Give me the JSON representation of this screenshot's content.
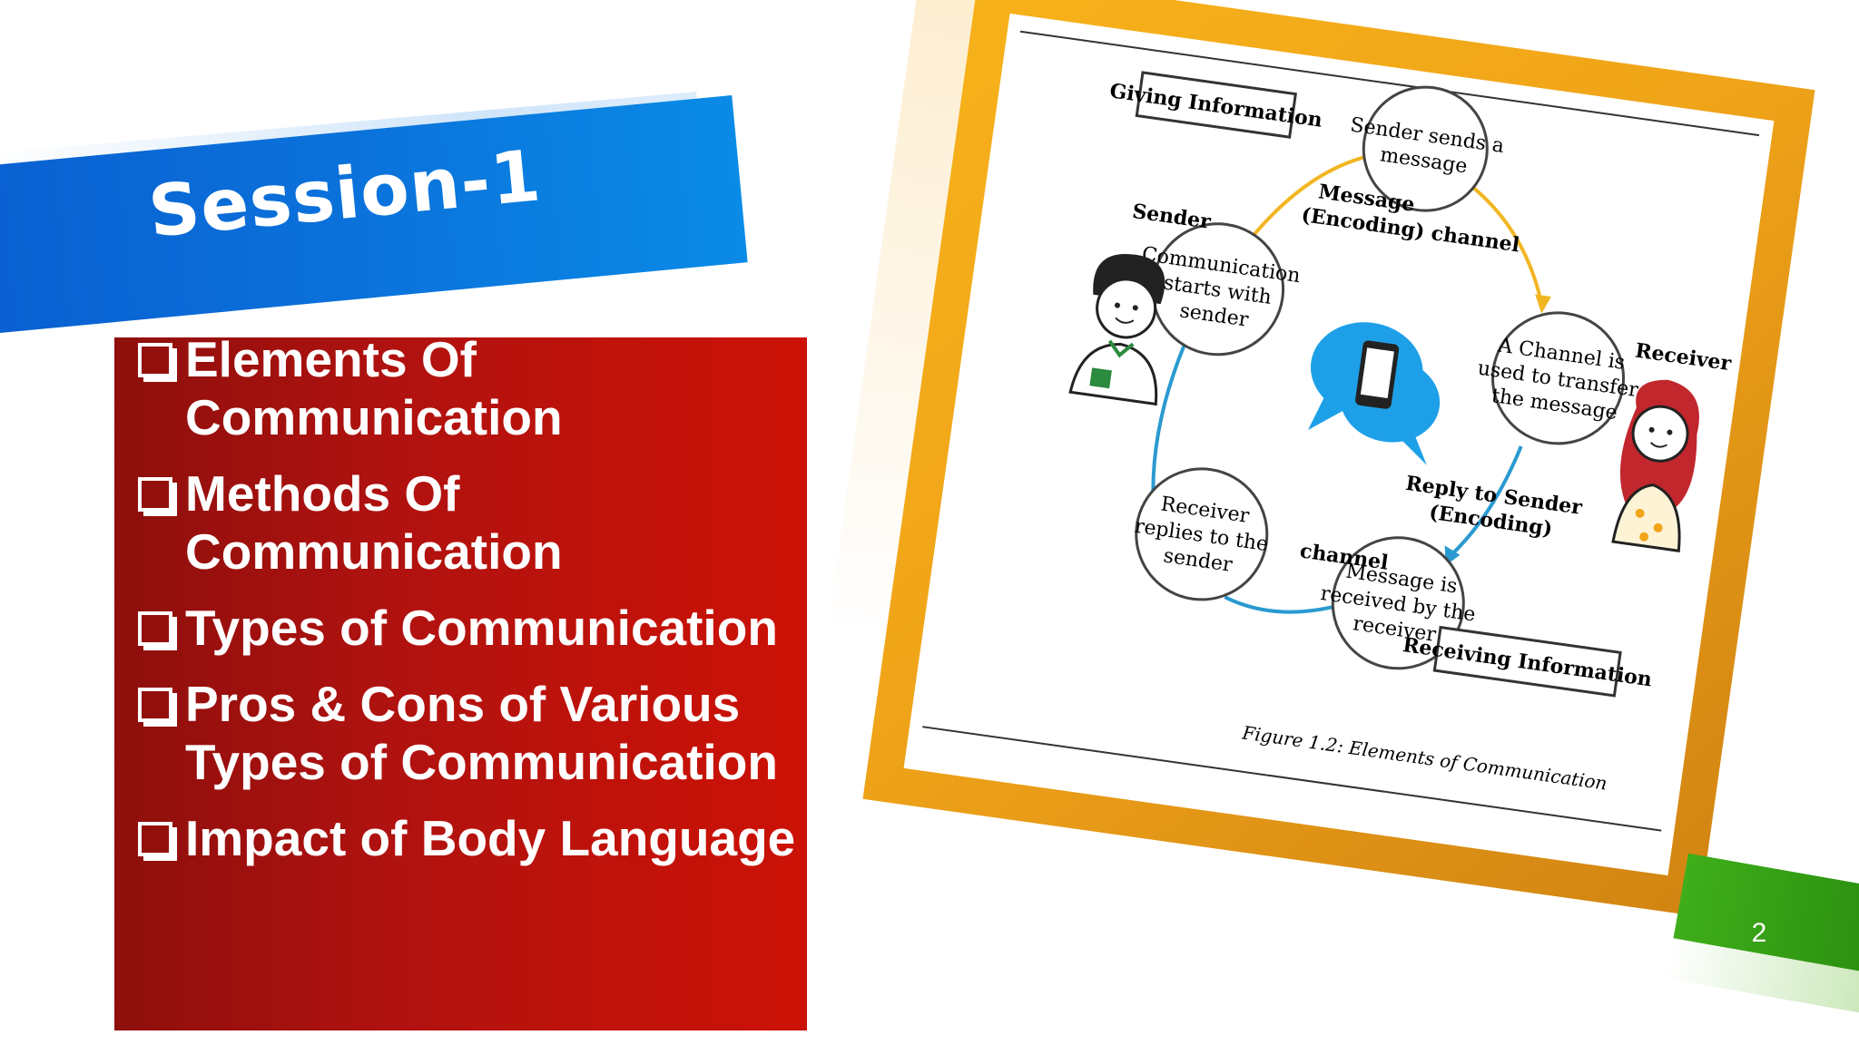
{
  "slide": {
    "title": "Session-1",
    "page_number": "2",
    "colors": {
      "title_banner": "#0b74dc",
      "topic_box": "#b01210",
      "frame": "#f0a419",
      "page_tag": "#3fae1a"
    }
  },
  "topics": [
    "Elements Of Communication",
    "Methods Of Communication",
    "Types of Communication",
    "Pros & Cons of Various Types of Communication",
    "Impact of Body Language"
  ],
  "figure": {
    "caption": "Figure 1.2: Elements of Communication",
    "box_left": "Giving Information",
    "box_right": "Receiving Information",
    "sender_label": "Sender",
    "receiver_label": "Receiver",
    "edge_top": [
      "Message",
      "(Encoding) channel"
    ],
    "edge_bottom_right": [
      "Reply to Sender",
      "(Encoding)"
    ],
    "edge_bottom": "channel",
    "node_top": [
      "Sender sends a",
      "message"
    ],
    "node_left": [
      "Communication",
      "starts with",
      "sender"
    ],
    "node_right": [
      "A Channel is",
      "used to transfer",
      "the message"
    ],
    "node_bottom_right": [
      "Message is",
      "received by the",
      "receiver"
    ],
    "node_bottom_left": [
      "Receiver",
      "replies to the",
      "sender"
    ],
    "icons": [
      "phone-chat-icon",
      "sender-person-icon",
      "receiver-person-icon"
    ]
  }
}
